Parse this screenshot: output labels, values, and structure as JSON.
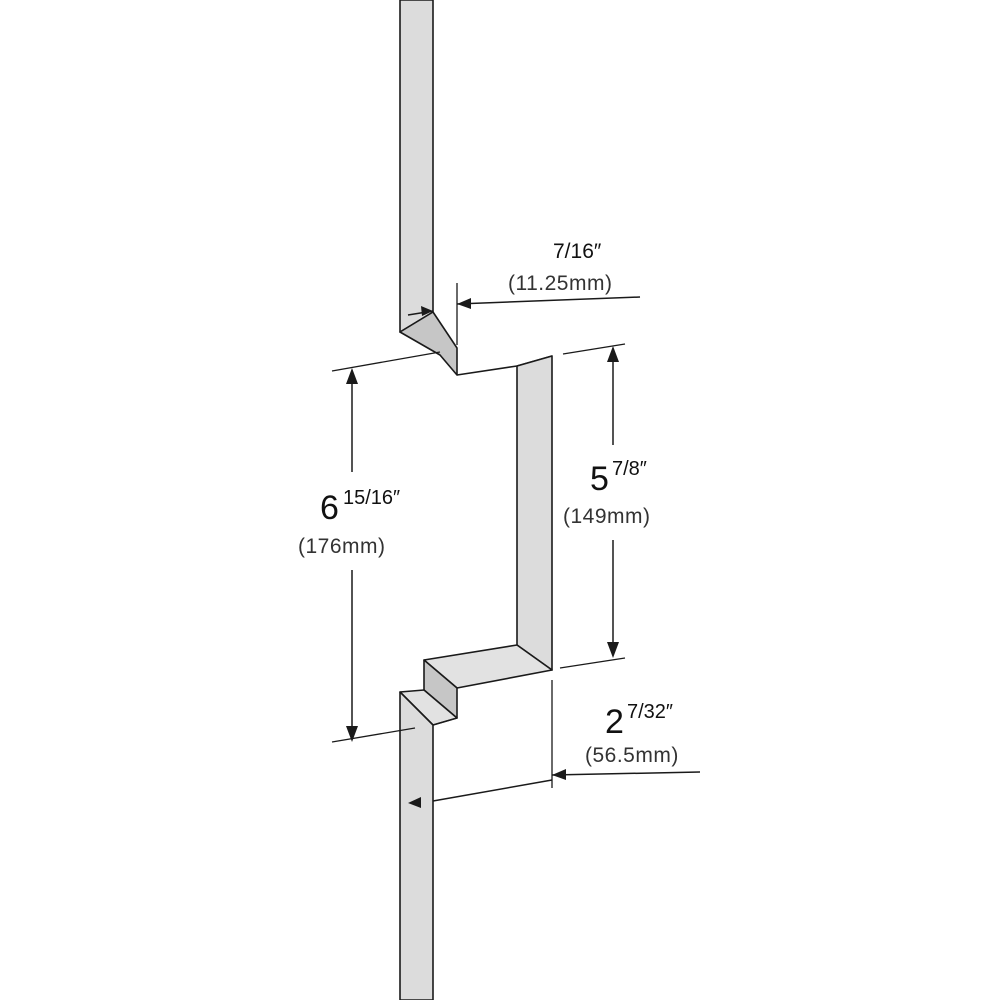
{
  "dimensions": {
    "flange_depth": {
      "fraction": "7/16″",
      "metric": "(11.25mm)"
    },
    "step_width": {
      "whole": "6",
      "fraction": "15/16″",
      "metric": "(176mm)"
    },
    "inner_height": {
      "whole": "5",
      "fraction": "7/8″",
      "metric": "(149mm)"
    },
    "offset": {
      "whole": "2",
      "fraction": "7/32″",
      "metric": "(56.5mm)"
    }
  },
  "colors": {
    "light_surface": "#dcdcdc",
    "mid_surface": "#c6c6c6",
    "line": "#1a1a1a"
  }
}
